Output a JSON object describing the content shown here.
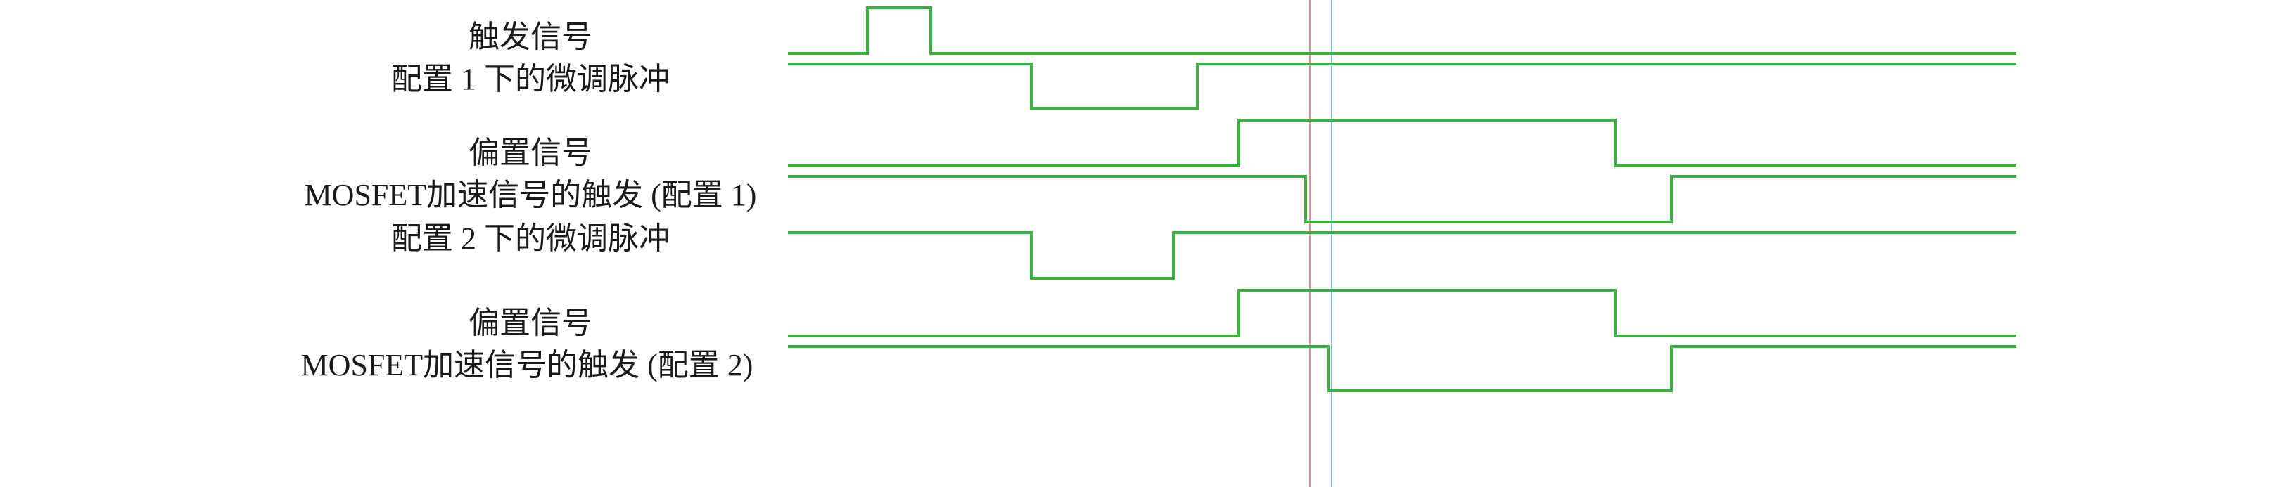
{
  "labels": {
    "trigger": "触发信号",
    "trim_pulse_1": "配置 1 下的微调脉冲",
    "bias_1": "偏置信号",
    "mosfet_1": "MOSFET加速信号的触发 (配置 1)",
    "trim_pulse_2": "配置 2 下的微调脉冲",
    "bias_2": "偏置信号",
    "mosfet_2": "MOSFET加速信号的触发 (配置 2)"
  },
  "colors": {
    "signal": "#3cb043",
    "marker_red": "#e89090",
    "marker_blue": "#8ab4d8",
    "text": "#1a1a1a"
  }
}
